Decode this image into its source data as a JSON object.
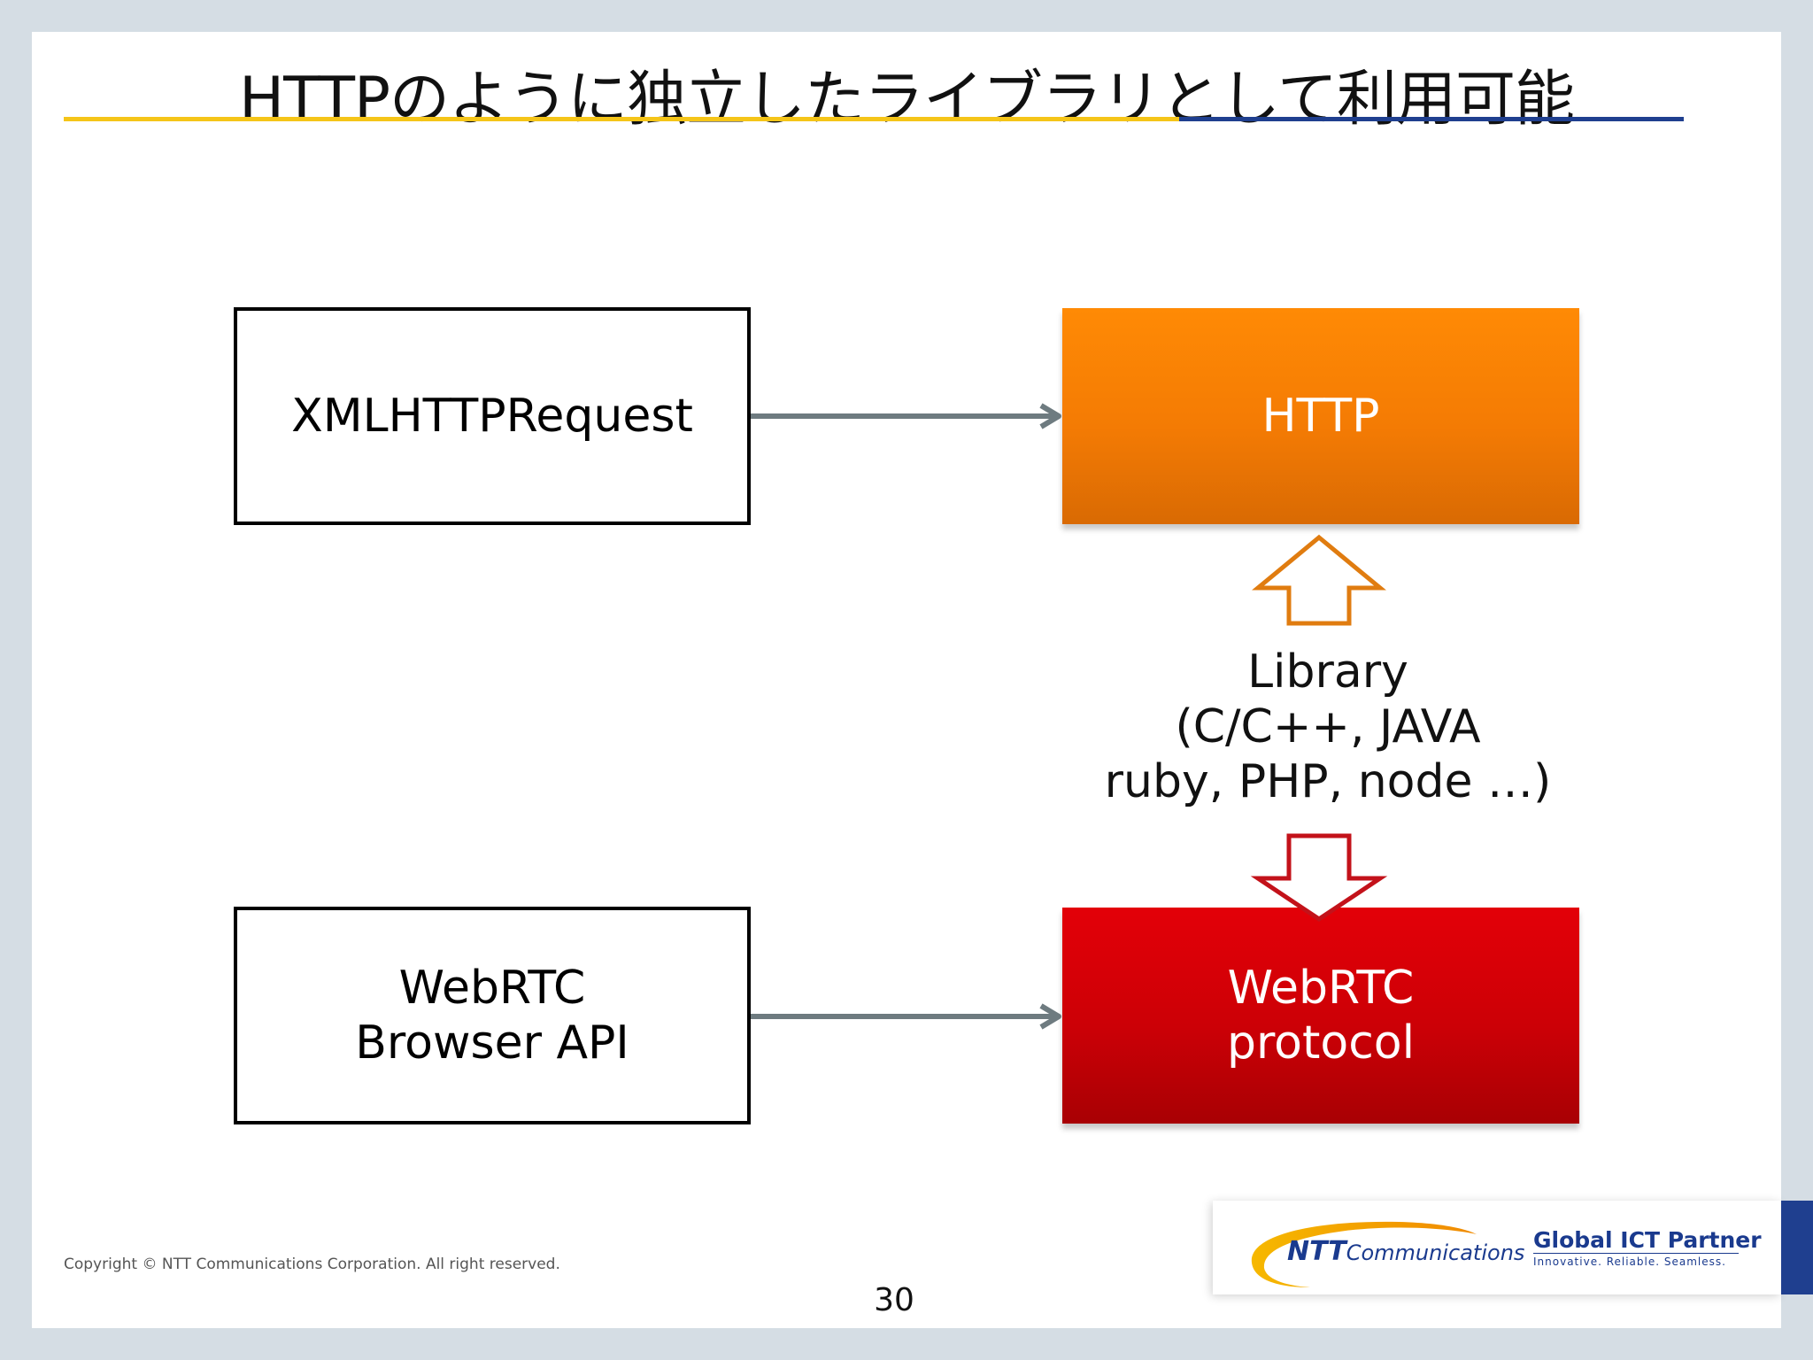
{
  "title": "HTTPのように独立したライブラリとして利用可能",
  "boxes": {
    "xhr": [
      "XMLHTTPRequest"
    ],
    "http": [
      "HTTP"
    ],
    "webrtc_api": [
      "WebRTC",
      "Browser API"
    ],
    "webrtc_protocol": [
      "WebRTC",
      "protocol"
    ]
  },
  "library": [
    "Library",
    "(C/C++, JAVA",
    "ruby, PHP, node …)"
  ],
  "footer": {
    "copyright": "Copyright © NTT Communications Corporation. All right reserved.",
    "page_number": "30"
  },
  "logo": {
    "ntt": "NTT",
    "communications": "Communications",
    "tagline": "Global ICT Partner",
    "subtagline": "Innovative. Reliable. Seamless."
  },
  "colors": {
    "orange": "#ff8a05",
    "red": "#e30008",
    "arrow_gray": "#6e7b80",
    "orange_outline": "#e07c10",
    "red_outline": "#c3121a",
    "rule_yellow": "#f5c518",
    "rule_blue": "#1f3f8f"
  }
}
